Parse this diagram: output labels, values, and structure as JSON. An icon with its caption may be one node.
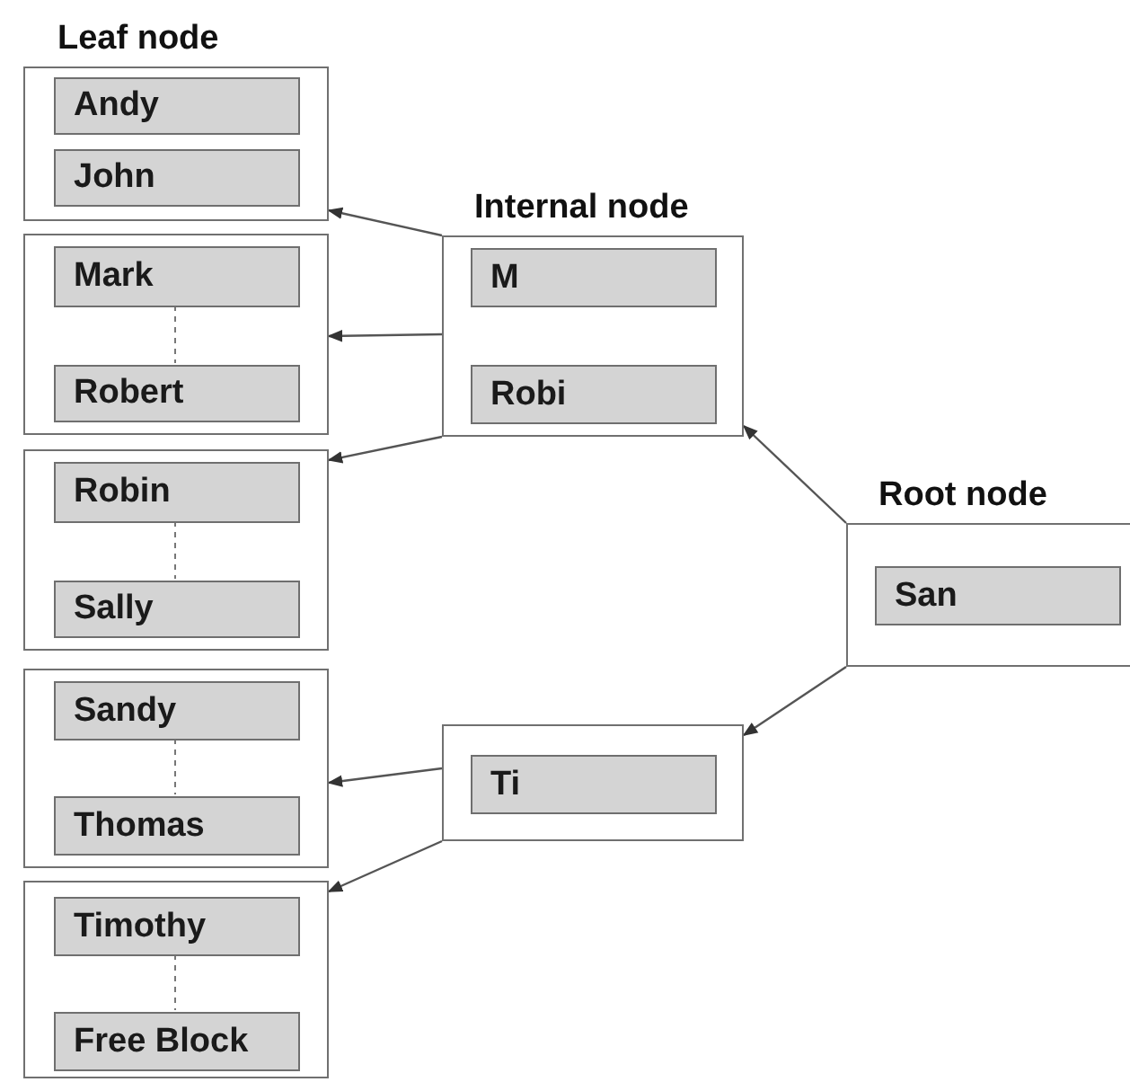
{
  "diagram": {
    "nodes": [
      {
        "text": [
          "Leaf node"
        ]
      },
      {
        "text": [
          "Andy"
        ],
        "in": 0
      },
      {
        "text": [
          "John"
        ],
        "in": 0
      },
      {
        "text": [],
        "shape": "box"
      },
      {
        "text": [
          "Mark"
        ],
        "in": 3
      },
      {
        "text": [
          "Robert"
        ],
        "in": 3
      },
      {
        "text": [],
        "shape": "box"
      },
      {
        "text": [
          "Robin"
        ],
        "in": 6
      },
      {
        "text": [
          "Sally"
        ],
        "in": 6
      },
      {
        "text": [],
        "shape": "box"
      },
      {
        "text": [
          "Sandy"
        ],
        "in": 9
      },
      {
        "text": [
          "Thomas"
        ],
        "in": 9
      },
      {
        "text": [],
        "shape": "box"
      },
      {
        "text": [
          "Timothy"
        ],
        "in": 12
      },
      {
        "text": [
          "Free Block"
        ],
        "in": 12
      },
      {
        "text": [
          "Internal node"
        ]
      },
      {
        "text": [
          "M"
        ],
        "in": 15
      },
      {
        "text": [
          "Robi"
        ],
        "in": 15
      },
      {
        "text": [],
        "shape": "box"
      },
      {
        "text": [
          "Ti"
        ],
        "in": 18
      },
      {
        "text": [
          "Root node"
        ]
      },
      {
        "text": [
          "San"
        ],
        "in": 20
      }
    ],
    "edges": [
      {
        "from": 15,
        "to": 0,
        "arrow": "to"
      },
      {
        "from": 15,
        "to": 3,
        "arrow": "to"
      },
      {
        "from": 15,
        "to": 6,
        "arrow": "to"
      },
      {
        "from": 18,
        "to": 9,
        "arrow": "to"
      },
      {
        "from": 18,
        "to": 12,
        "arrow": "to"
      },
      {
        "from": 20,
        "to": 15,
        "arrow": "to"
      },
      {
        "from": 20,
        "to": 18,
        "arrow": "to"
      },
      {
        "from": 4,
        "to": 5,
        "arrow": "none",
        "style": "dashed"
      },
      {
        "from": 7,
        "to": 8,
        "arrow": "none",
        "style": "dashed"
      },
      {
        "from": 10,
        "to": 11,
        "arrow": "none",
        "style": "dashed"
      },
      {
        "from": 13,
        "to": 14,
        "arrow": "none",
        "style": "dashed"
      }
    ]
  }
}
